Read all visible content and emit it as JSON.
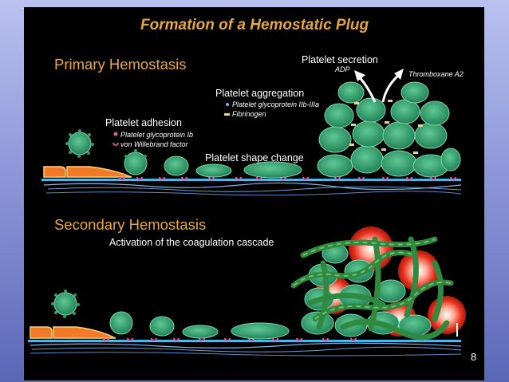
{
  "slide": {
    "title": "Formation of a Hemostatic Plug",
    "page_number": "8"
  },
  "primary": {
    "heading": "Primary Hemostasis",
    "adhesion": {
      "label": "Platelet adhesion",
      "legend": [
        "Platelet glycoprotein Ib",
        "von Willebrand factor"
      ]
    },
    "shape_change": {
      "label": "Platelet shape change"
    },
    "aggregation": {
      "label": "Platelet aggregation",
      "legend": [
        "Platelet glycoprotein IIb-IIIa",
        "Fibrinogen"
      ]
    },
    "secretion": {
      "label": "Platelet secretion",
      "products": [
        "ADP",
        "Thromboxane A2"
      ]
    }
  },
  "secondary": {
    "heading": "Secondary Hemostasis",
    "caption": "Activation of the coagulation cascade"
  },
  "colors": {
    "platelet": "#2f9b6a",
    "title": "#e6a83d",
    "endothelium": "#f07a28",
    "vwf": "#e05aa0",
    "fibrin": "#2f8a3f",
    "red_cell": "#e8321e"
  }
}
